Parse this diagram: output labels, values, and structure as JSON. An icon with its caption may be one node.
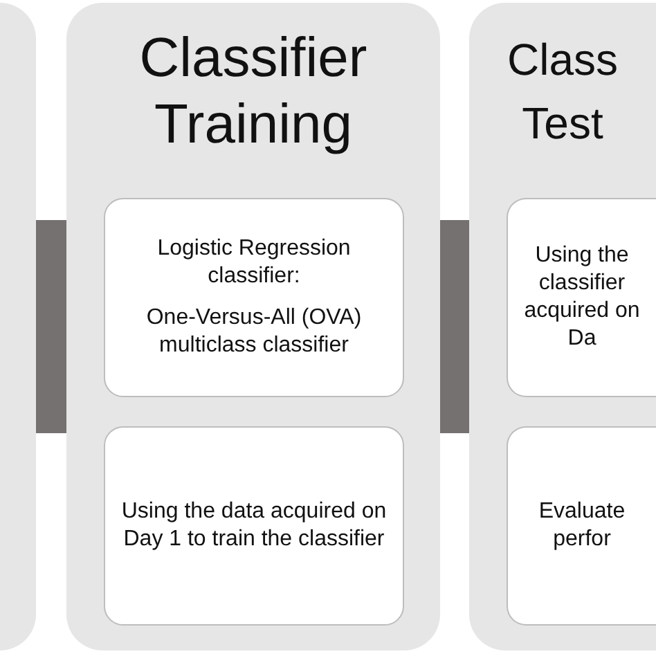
{
  "diagram": {
    "nodes": [
      {
        "text": [],
        "shape": "box"
      },
      {
        "text": [
          "Classifier Training"
        ]
      },
      {
        "text": [
          "Logistic Regression classifier:",
          "One-Versus-All (OVA) multiclass classifier"
        ],
        "in": 1
      },
      {
        "text": [
          "Using the data acquired on Day 1 to train the classifier"
        ],
        "in": 1
      },
      {
        "text": [
          "Class Test"
        ]
      },
      {
        "text": [
          "Using the classifier acquired on Da"
        ],
        "in": 4
      },
      {
        "text": [
          "Evaluate perfor"
        ],
        "in": 4
      }
    ],
    "edges": [
      {
        "from": 0,
        "to": 1,
        "arrow": "none"
      },
      {
        "from": 1,
        "to": 4,
        "arrow": "none"
      }
    ]
  }
}
